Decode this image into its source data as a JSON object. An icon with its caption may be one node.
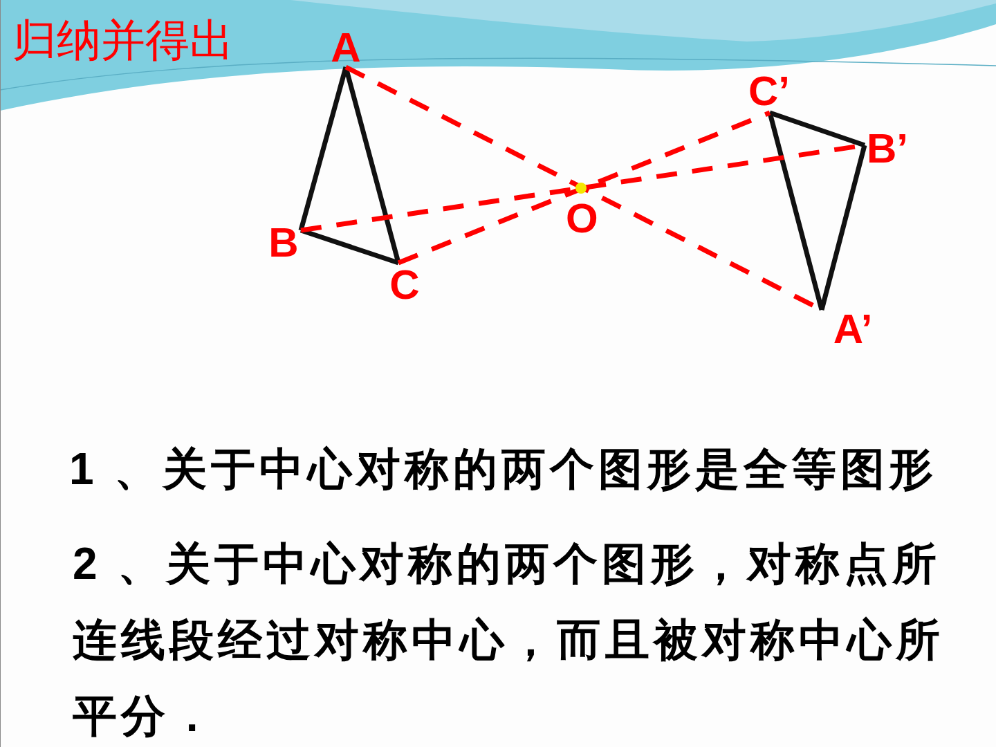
{
  "diagram": {
    "title": "归纳并得出",
    "nodes": [
      {
        "text": [
          "A"
        ]
      },
      {
        "text": [
          "B"
        ]
      },
      {
        "text": [
          "C"
        ]
      },
      {
        "text": [
          "C’"
        ]
      },
      {
        "text": [
          "B’"
        ]
      },
      {
        "text": [
          "A’"
        ]
      }
    ],
    "edges": [
      {
        "from": 0,
        "to": 1,
        "arrow": "none"
      },
      {
        "from": 1,
        "to": 2,
        "arrow": "none"
      },
      {
        "from": 2,
        "to": 0,
        "arrow": "none"
      },
      {
        "from": 3,
        "to": 4,
        "arrow": "none"
      },
      {
        "from": 4,
        "to": 5,
        "arrow": "none"
      },
      {
        "from": 5,
        "to": 3,
        "arrow": "none"
      },
      {
        "from": 0,
        "to": 5,
        "arrow": "none",
        "style": "dashed",
        "color": "#ff0000"
      },
      {
        "from": 1,
        "to": 4,
        "arrow": "none",
        "style": "dashed",
        "color": "#ff0000"
      },
      {
        "from": 2,
        "to": 3,
        "arrow": "none",
        "style": "dashed",
        "color": "#ff0000"
      }
    ],
    "labels": [
      "O",
      "1 、关于中心对称的两个图形是全等图形",
      "2 、关于中心对称的两个图形，对称点所连线段经过对称中心，而且被对称中心所平分 ."
    ]
  }
}
